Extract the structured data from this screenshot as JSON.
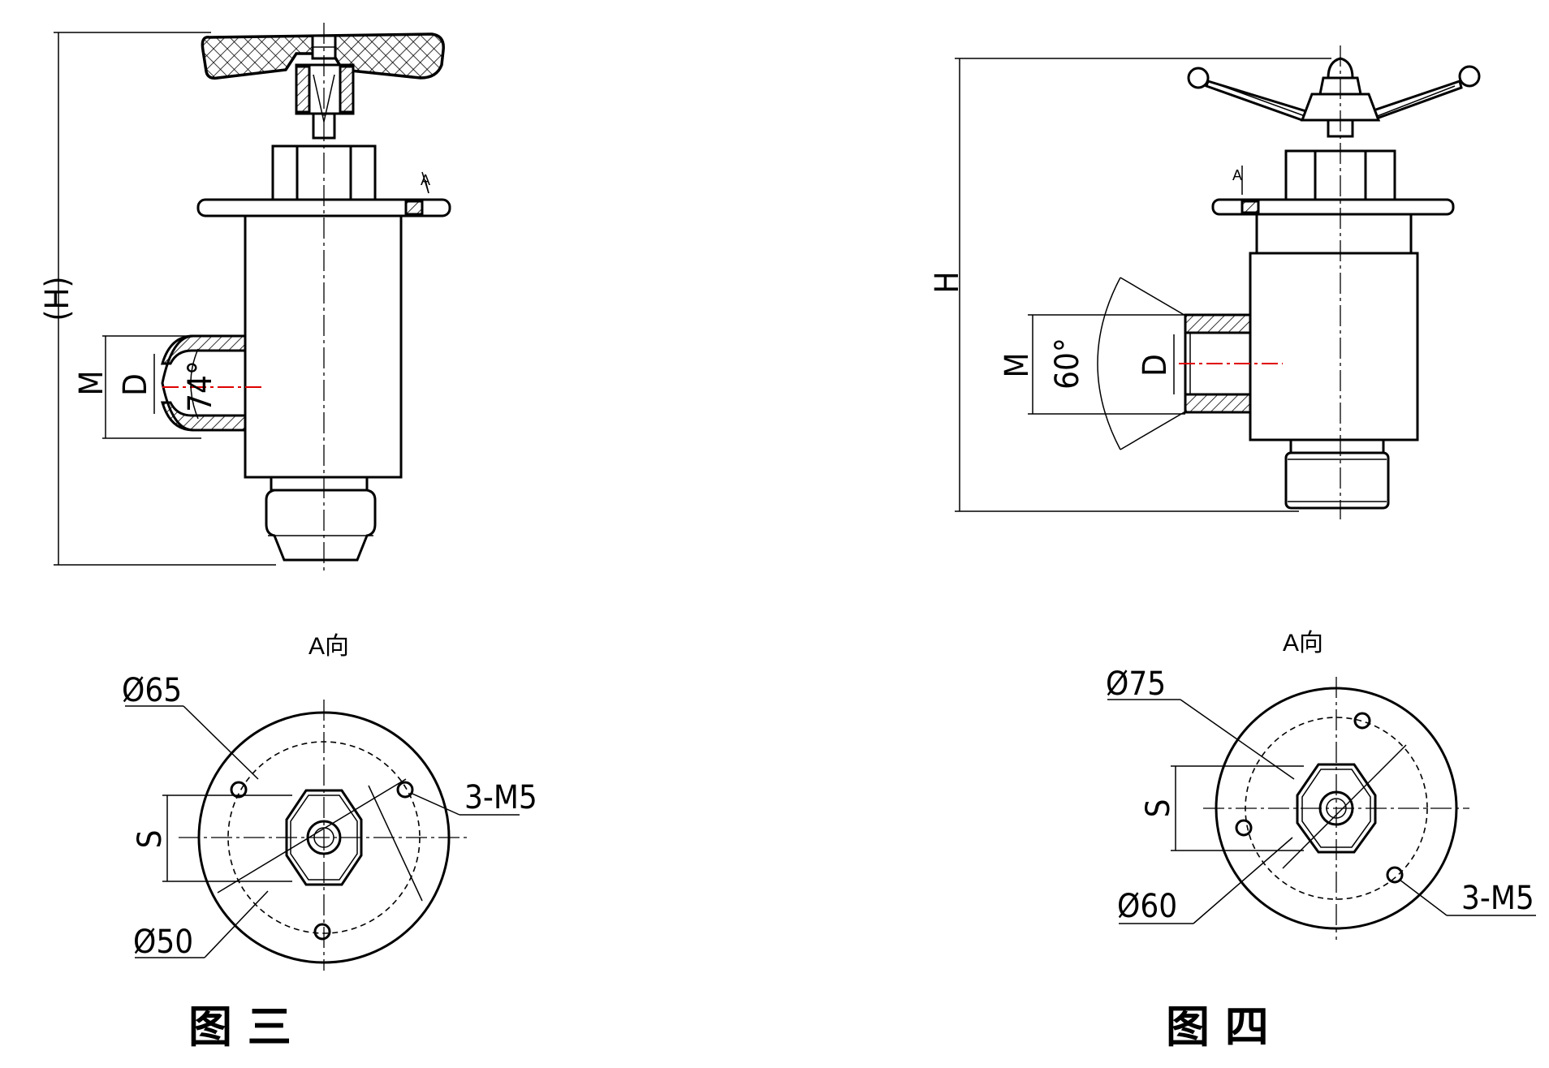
{
  "figure3": {
    "height_label": "(H)",
    "m_label": "M",
    "d_label": "D",
    "angle_label": "74°",
    "a_marker": "A",
    "view_title": "A向",
    "dia_outer": "Ø65",
    "dia_inner": "Ø50",
    "bolts": "3-M5",
    "s_label": "S",
    "caption": "图 三"
  },
  "figure4": {
    "height_label": "H",
    "m_label": "M",
    "d_label": "D",
    "angle_label": "60°",
    "a_marker": "A",
    "view_title": "A向",
    "dia_outer": "Ø75",
    "dia_inner": "Ø60",
    "bolts": "3-M5",
    "s_label": "S",
    "caption": "图 四"
  }
}
